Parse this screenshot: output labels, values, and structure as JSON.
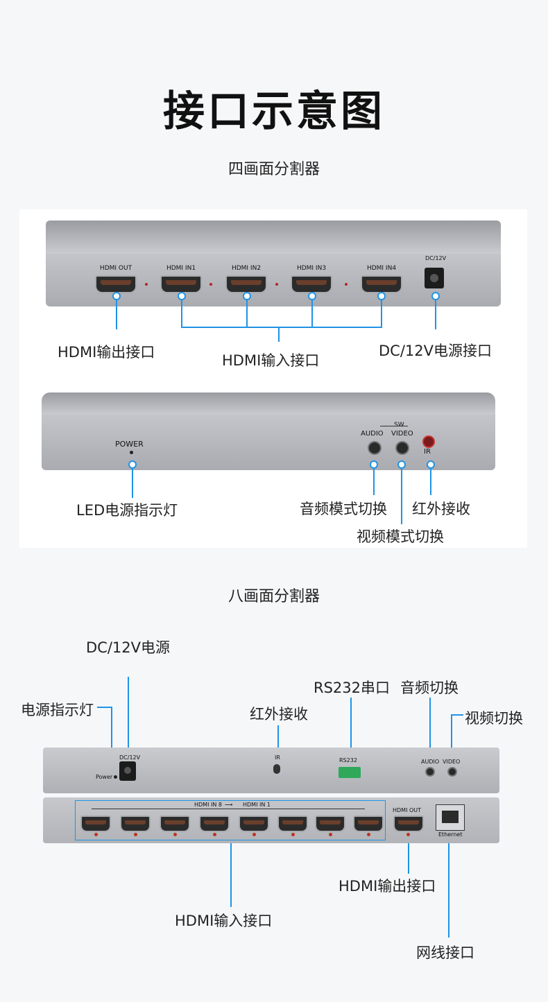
{
  "page_title": "接口示意图",
  "section1": {
    "title": "四画面分割器",
    "rear_ports": [
      "HDMI OUT",
      "HDMI IN1",
      "HDMI IN2",
      "HDMI IN3",
      "HDMI IN4"
    ],
    "dc_port": "DC/12V",
    "labels": {
      "hdmi_out": "HDMI输出接口",
      "hdmi_in": "HDMI输入接口",
      "dc": "DC/12V电源接口"
    },
    "front": {
      "power": "POWER",
      "sw": "SW",
      "audio": "AUDIO",
      "video": "VIDEO",
      "ir": "IR"
    },
    "front_labels": {
      "led": "LED电源指示灯",
      "audio_mode": "音频模式切换",
      "ir_recv": "红外接收",
      "video_mode": "视频模式切换"
    }
  },
  "section2": {
    "title": "八画面分割器",
    "labels": {
      "dc_power": "DC/12V电源",
      "power_led": "电源指示灯",
      "ir_recv": "红外接收",
      "rs232": "RS232串口",
      "audio_switch": "音频切换",
      "video_switch": "视频切换",
      "hdmi_in": "HDMI输入接口",
      "hdmi_out": "HDMI输出接口",
      "network": "网线接口"
    },
    "device_text": {
      "power": "Power",
      "dc": "DC/12V",
      "ir": "IR",
      "rs232": "RS232",
      "audio": "AUDIO",
      "video": "VIDEO",
      "hdmi_in_range_start": "HDMI IN 8",
      "hdmi_in_range_end": "HDMI IN 1",
      "hdmi_out": "HDMI OUT",
      "ethernet": "Ethernet"
    }
  }
}
